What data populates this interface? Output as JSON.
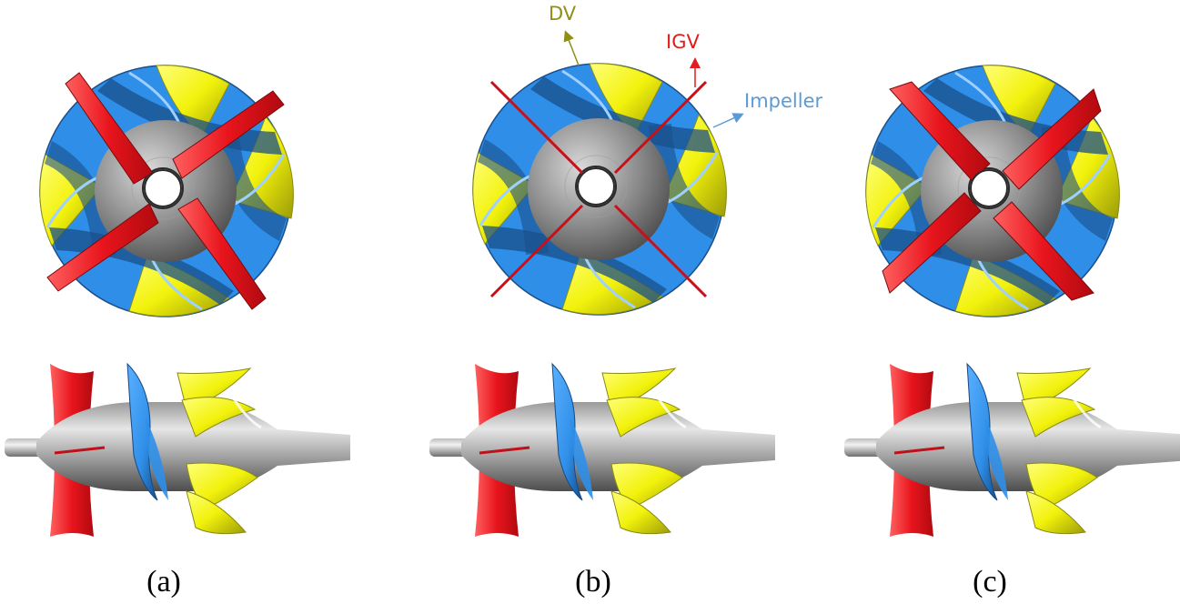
{
  "callouts": {
    "dv": "DV",
    "igv": "IGV",
    "impeller": "Impeller"
  },
  "panels": [
    {
      "label": "(a)"
    },
    {
      "label": "(b)"
    },
    {
      "label": "(c)"
    }
  ],
  "colors": {
    "igv": "#e8141c",
    "igv_dark": "#7a0a0e",
    "impeller": "#2f8fe8",
    "impeller_dark": "#1a4f8a",
    "dv": "#f2f20c",
    "dv_dark": "#8a8a10",
    "hub": "#8a8a8a",
    "dv_callout": "#8f8f16",
    "igv_callout": "#e01c1c",
    "impeller_callout": "#5b9bd5"
  }
}
